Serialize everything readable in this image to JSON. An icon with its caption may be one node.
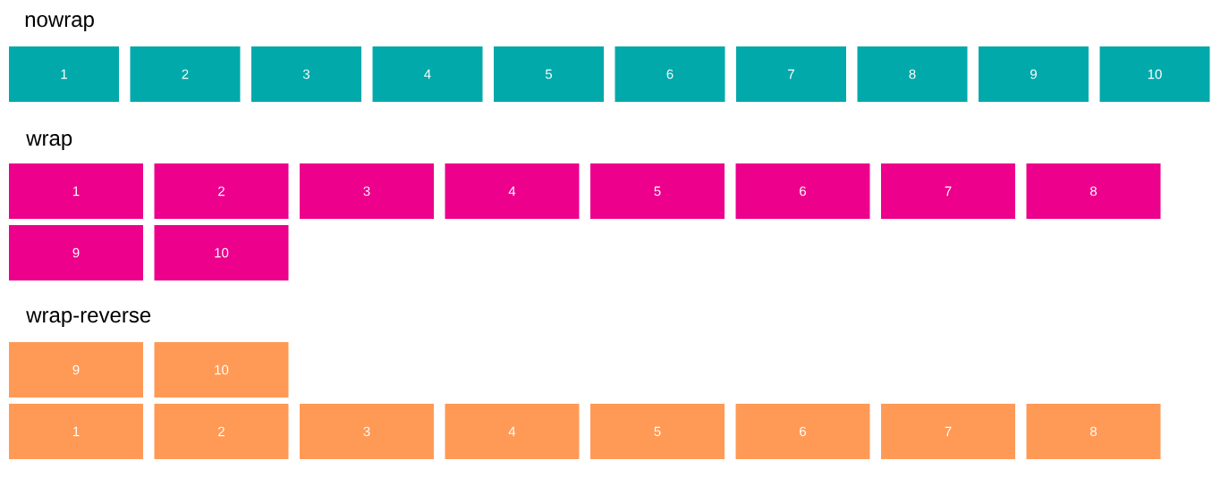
{
  "diagram": {
    "nodes": [
      {
        "text": [
          "1"
        ]
      },
      {
        "text": [
          "2"
        ]
      },
      {
        "text": [
          "3"
        ]
      },
      {
        "text": [
          "4"
        ]
      },
      {
        "text": [
          "5"
        ]
      },
      {
        "text": [
          "6"
        ]
      },
      {
        "text": [
          "7"
        ]
      },
      {
        "text": [
          "8"
        ]
      },
      {
        "text": [
          "9"
        ]
      },
      {
        "text": [
          "10"
        ]
      },
      {
        "text": [
          "1"
        ]
      },
      {
        "text": [
          "2"
        ]
      },
      {
        "text": [
          "3"
        ]
      },
      {
        "text": [
          "4"
        ]
      },
      {
        "text": [
          "5"
        ]
      },
      {
        "text": [
          "6"
        ]
      },
      {
        "text": [
          "7"
        ]
      },
      {
        "text": [
          "8"
        ]
      },
      {
        "text": [
          "9"
        ]
      },
      {
        "text": [
          "10"
        ]
      },
      {
        "text": [
          "9"
        ]
      },
      {
        "text": [
          "10"
        ]
      },
      {
        "text": [
          "1"
        ]
      },
      {
        "text": [
          "2"
        ]
      },
      {
        "text": [
          "3"
        ]
      },
      {
        "text": [
          "4"
        ]
      },
      {
        "text": [
          "5"
        ]
      },
      {
        "text": [
          "6"
        ]
      },
      {
        "text": [
          "7"
        ]
      },
      {
        "text": [
          "8"
        ]
      }
    ],
    "labels": [
      "nowrap",
      "wrap",
      "wrap-reverse"
    ]
  }
}
